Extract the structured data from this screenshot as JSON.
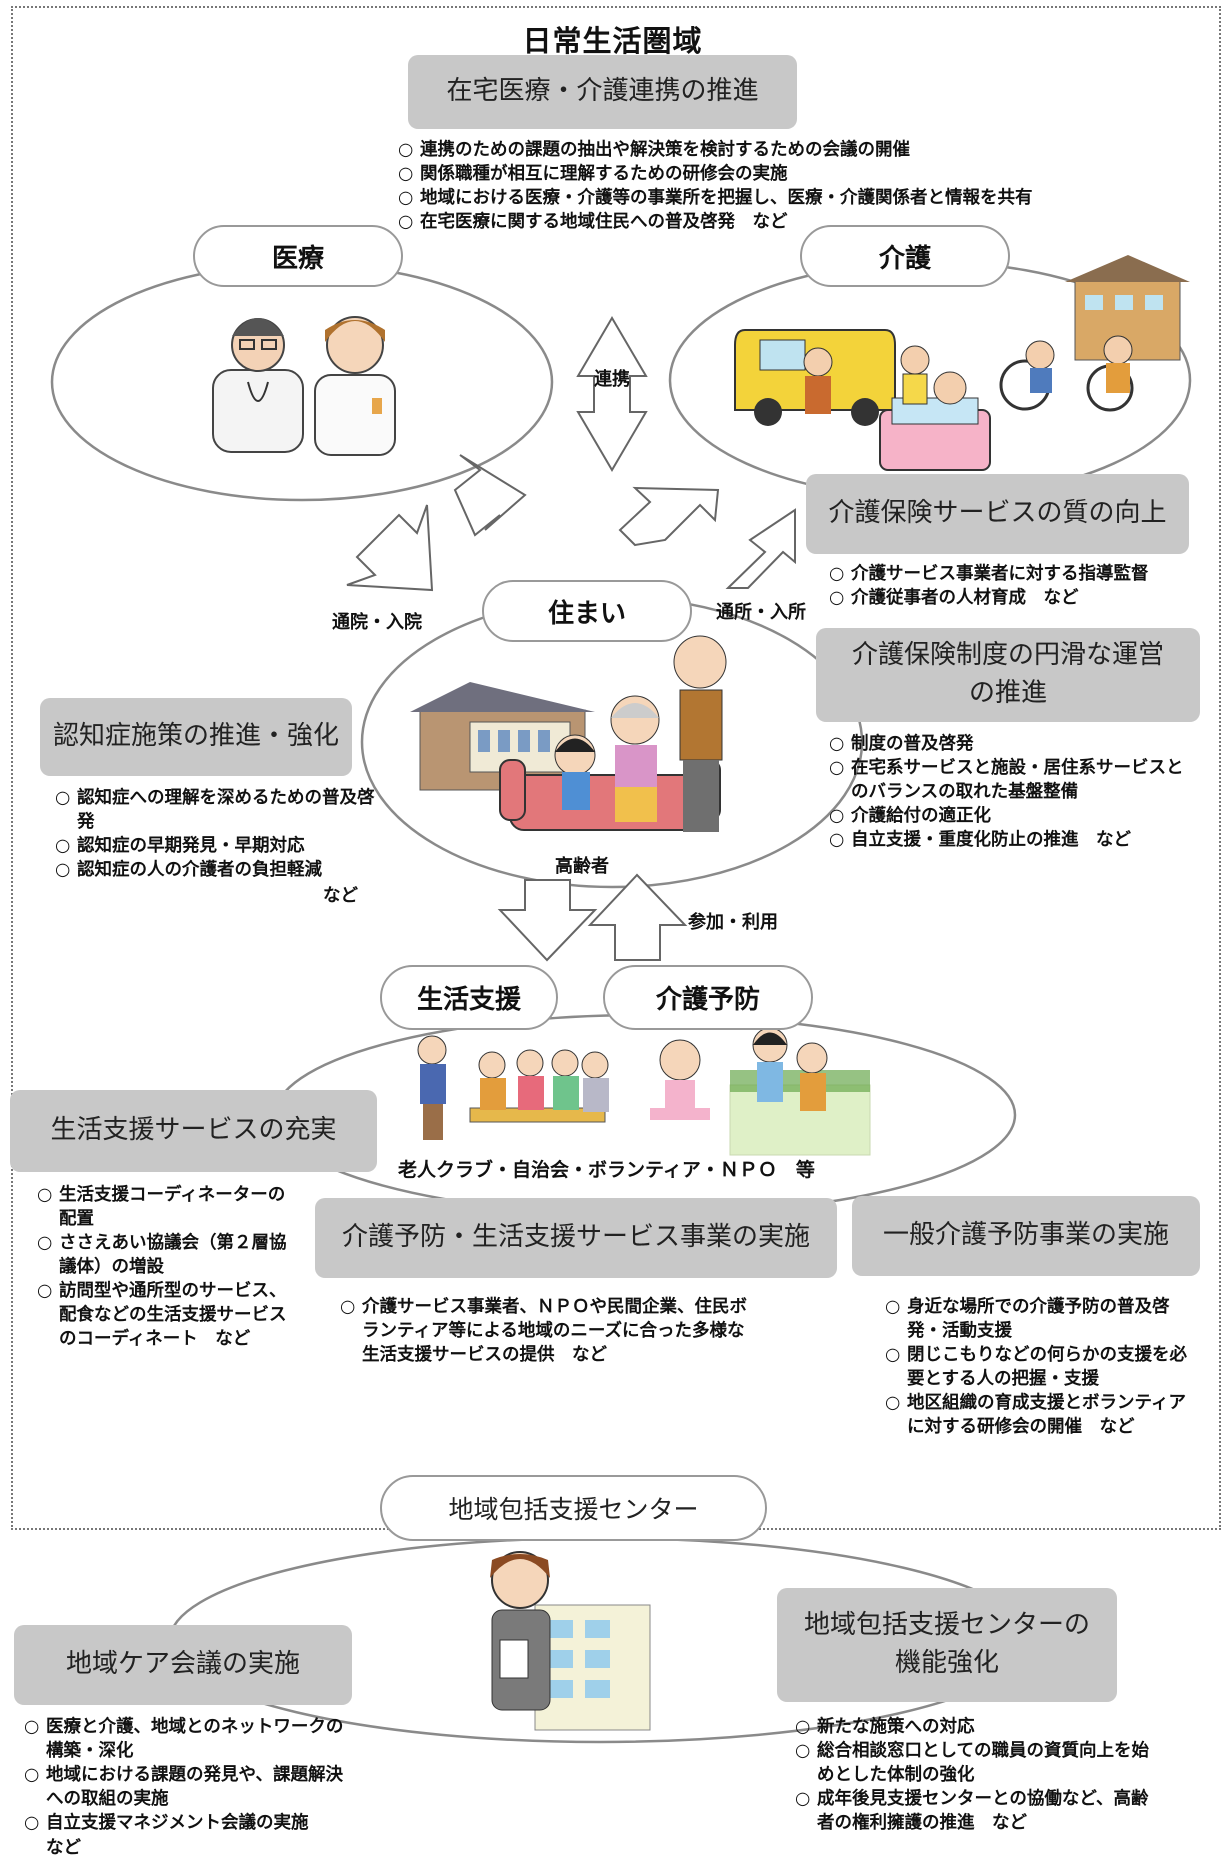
{
  "area": {
    "title": "日常生活圏域"
  },
  "zaitaku": {
    "title": "在宅医療・介護連携の推進",
    "items": [
      "連携のための課題の抽出や解決策を検討するための会議の開催",
      "関係職種が相互に理解するための研修会の実施",
      "地域における医療・介護等の事業所を把握し、医療・介護関係者と情報を共有",
      "在宅医療に関する地域住民への普及啓発　など"
    ]
  },
  "iryo": {
    "label": "医療"
  },
  "kaigo": {
    "label": "介護"
  },
  "renkei": {
    "label": "連携"
  },
  "sumai": {
    "label": "住まい",
    "caption": "高齢者"
  },
  "arrows": {
    "tsuin": "通院・入院",
    "tsusho": "通所・入所",
    "sanka": "参加・利用"
  },
  "quality": {
    "title": "介護保険サービスの質の向上",
    "items": [
      "介護サービス事業者に対する指導監督",
      "介護従事者の人材育成　など"
    ]
  },
  "system": {
    "title_line1": "介護保険制度の円滑な運営",
    "title_line2": "の推進",
    "items": [
      "制度の普及啓発",
      "在宅系サービスと施設・居住系サービスとのバランスの取れた基盤整備",
      "介護給付の適正化",
      "自立支援・重度化防止の推進　など"
    ]
  },
  "dementia": {
    "title": "認知症施策の推進・強化",
    "items": [
      "認知症への理解を深めるための普及啓発",
      "認知症の早期発見・早期対応",
      "認知症の人の介護者の負担軽減"
    ],
    "tail": "など"
  },
  "seikatsu": {
    "label": "生活支援"
  },
  "yobou": {
    "label": "介護予防"
  },
  "community": {
    "caption": "老人クラブ・自治会・ボランティア・ＮＰＯ　等"
  },
  "seikatsu_service": {
    "title": "生活支援サービスの充実",
    "items": [
      "生活支援コーディネーターの配置",
      "ささえあい協議会（第２層協議体）の増設",
      "訪問型や通所型のサービス、配食などの生活支援サービスのコーディネート　など"
    ]
  },
  "jigyo": {
    "title": "介護予防・生活支援サービス事業の実施",
    "items": [
      "介護サービス事業者、ＮＰＯや民間企業、住民ボランティア等による地域のニーズに合った多様な生活支援サービスの提供　など"
    ]
  },
  "ippan": {
    "title": "一般介護予防事業の実施",
    "items": [
      "身近な場所での介護予防の普及啓発・活動支援",
      "閉じこもりなどの何らかの支援を必要とする人の把握・支援",
      "地区組織の育成支援とボランティアに対する研修会の開催　など"
    ]
  },
  "center": {
    "label": "地域包括支援センター"
  },
  "care_meeting": {
    "title": "地域ケア会議の実施",
    "items": [
      "医療と介護、地域とのネットワークの構築・深化",
      "地域における課題の発見や、課題解決への取組の実施",
      "自立支援マネジメント会議の実施"
    ],
    "tail": "など"
  },
  "center_func": {
    "title_line1": "地域包括支援センターの",
    "title_line2": "機能強化",
    "items": [
      "新たな施策への対応",
      "総合相談窓口としての職員の資質向上を始めとした体制の強化",
      "成年後見支援センターとの協働など、高齢者の権利擁護の推進　など"
    ]
  }
}
